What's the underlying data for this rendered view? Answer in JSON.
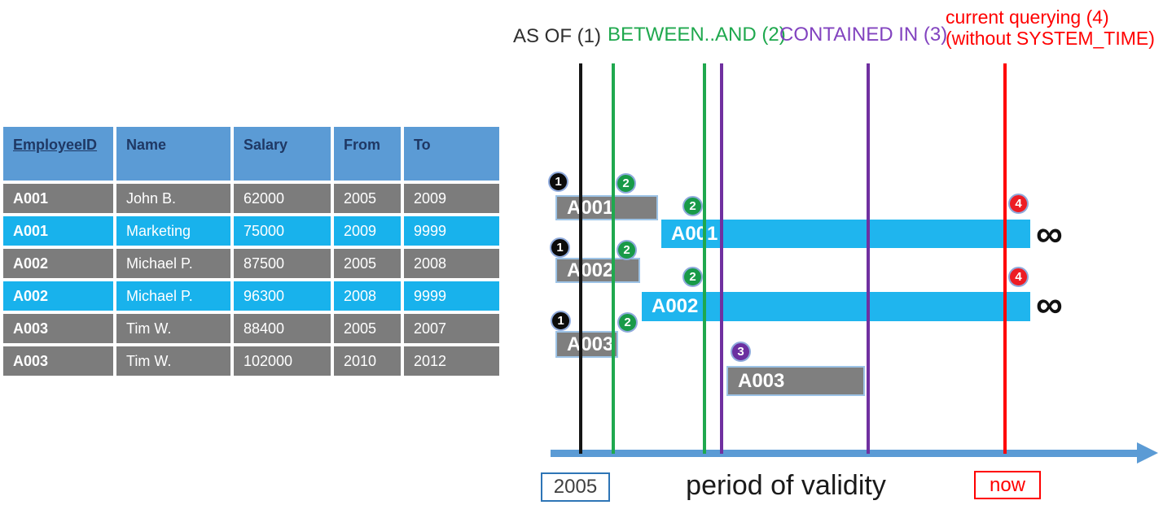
{
  "table": {
    "headers": [
      "EmployeeID",
      "Name",
      "Salary",
      "From",
      "To"
    ],
    "rows": [
      {
        "cells": [
          "A001",
          "John B.",
          "62000",
          "2005",
          "2009"
        ],
        "variant": "gray"
      },
      {
        "cells": [
          "A001",
          "Marketing",
          "75000",
          "2009",
          "9999"
        ],
        "variant": "cyan"
      },
      {
        "cells": [
          "A002",
          "Michael P.",
          "87500",
          "2005",
          "2008"
        ],
        "variant": "gray"
      },
      {
        "cells": [
          "A002",
          "Michael P.",
          "96300",
          "2008",
          "9999"
        ],
        "variant": "cyan"
      },
      {
        "cells": [
          "A003",
          "Tim W.",
          "88400",
          "2005",
          "2007"
        ],
        "variant": "gray"
      },
      {
        "cells": [
          "A003",
          "Tim W.",
          "102000",
          "2010",
          "2012"
        ],
        "variant": "gray"
      }
    ]
  },
  "legend": {
    "as_of": "AS OF (1)",
    "between_and": "BETWEEN..AND (2)",
    "contained_in": "CONTAINED IN (3)",
    "current_querying_line1": "current querying (4)",
    "current_querying_line2": "(without SYSTEM_TIME)"
  },
  "diagram": {
    "bars": [
      {
        "label": "A001",
        "kind": "gray"
      },
      {
        "label": "A001",
        "kind": "cyan"
      },
      {
        "label": "A002",
        "kind": "gray"
      },
      {
        "label": "A002",
        "kind": "cyan"
      },
      {
        "label": "A003",
        "kind": "gray"
      },
      {
        "label": "A003",
        "kind": "gray"
      }
    ],
    "badges": [
      "1",
      "2",
      "2",
      "1",
      "2",
      "2",
      "1",
      "2",
      "3",
      "4",
      "4"
    ],
    "infinity": "∞",
    "timeline": {
      "start_label": "2005",
      "axis_label": "period of validity",
      "now_label": "now"
    }
  },
  "colors": {
    "as_of_black": "#2F2F2F",
    "between_green": "#1FA84E",
    "contained_purple": "#7030A0",
    "current_red": "#FF0000",
    "bar_cyan": "#1FB5EE",
    "bar_gray": "#7F7F7F",
    "table_header_blue": "#5B9BD5",
    "table_row_gray": "#7C7C7C",
    "table_row_cyan": "#18B2EC",
    "axis_blue": "#5B9BD5"
  }
}
